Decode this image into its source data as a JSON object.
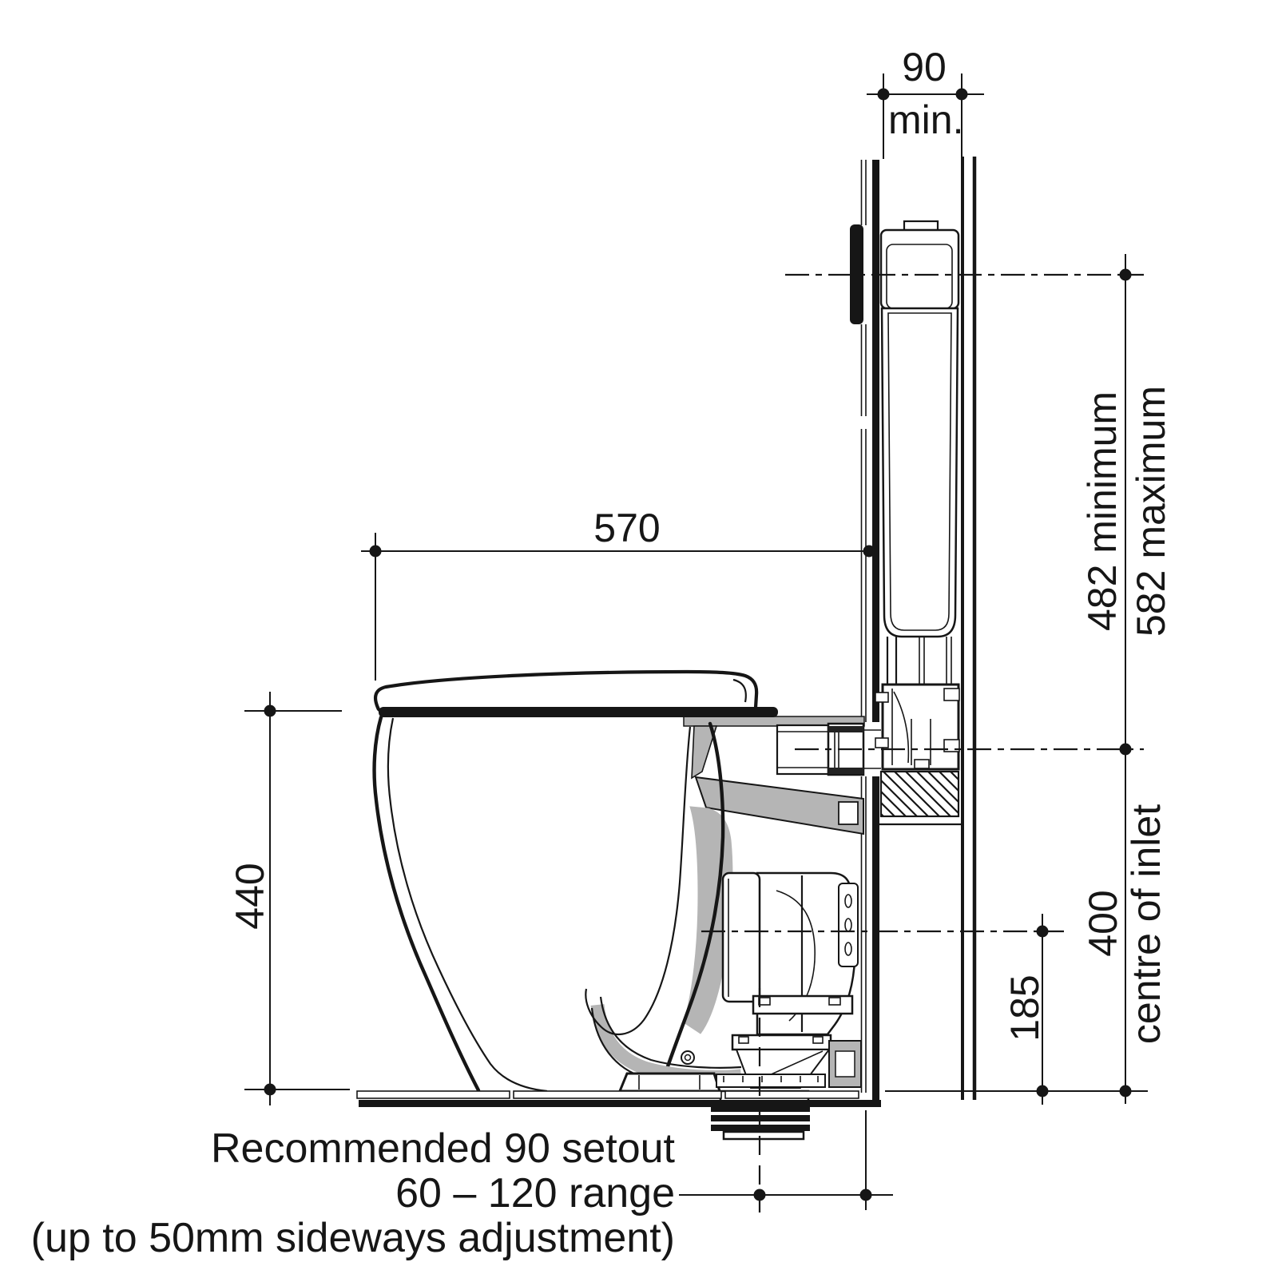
{
  "meta": {
    "title": "Back-to-wall toilet pan with concealed in-wall cistern - side section installation drawing",
    "colors": {
      "line": "#161616",
      "section_gray": "#b5b5b5",
      "background": "#ffffff"
    }
  },
  "dims": {
    "cavity": "90",
    "cavity_qual": "min.",
    "depth": "570",
    "height": "440",
    "cistern_min": "482 minimum",
    "cistern_max": "582 maximum",
    "inlet_height": "400",
    "inlet_centre": "centre of inlet",
    "outlet_to_wall": "185",
    "note1": "Recommended 90 setout",
    "note2": "60 – 120 range",
    "note3": "(up to 50mm sideways adjustment)"
  }
}
